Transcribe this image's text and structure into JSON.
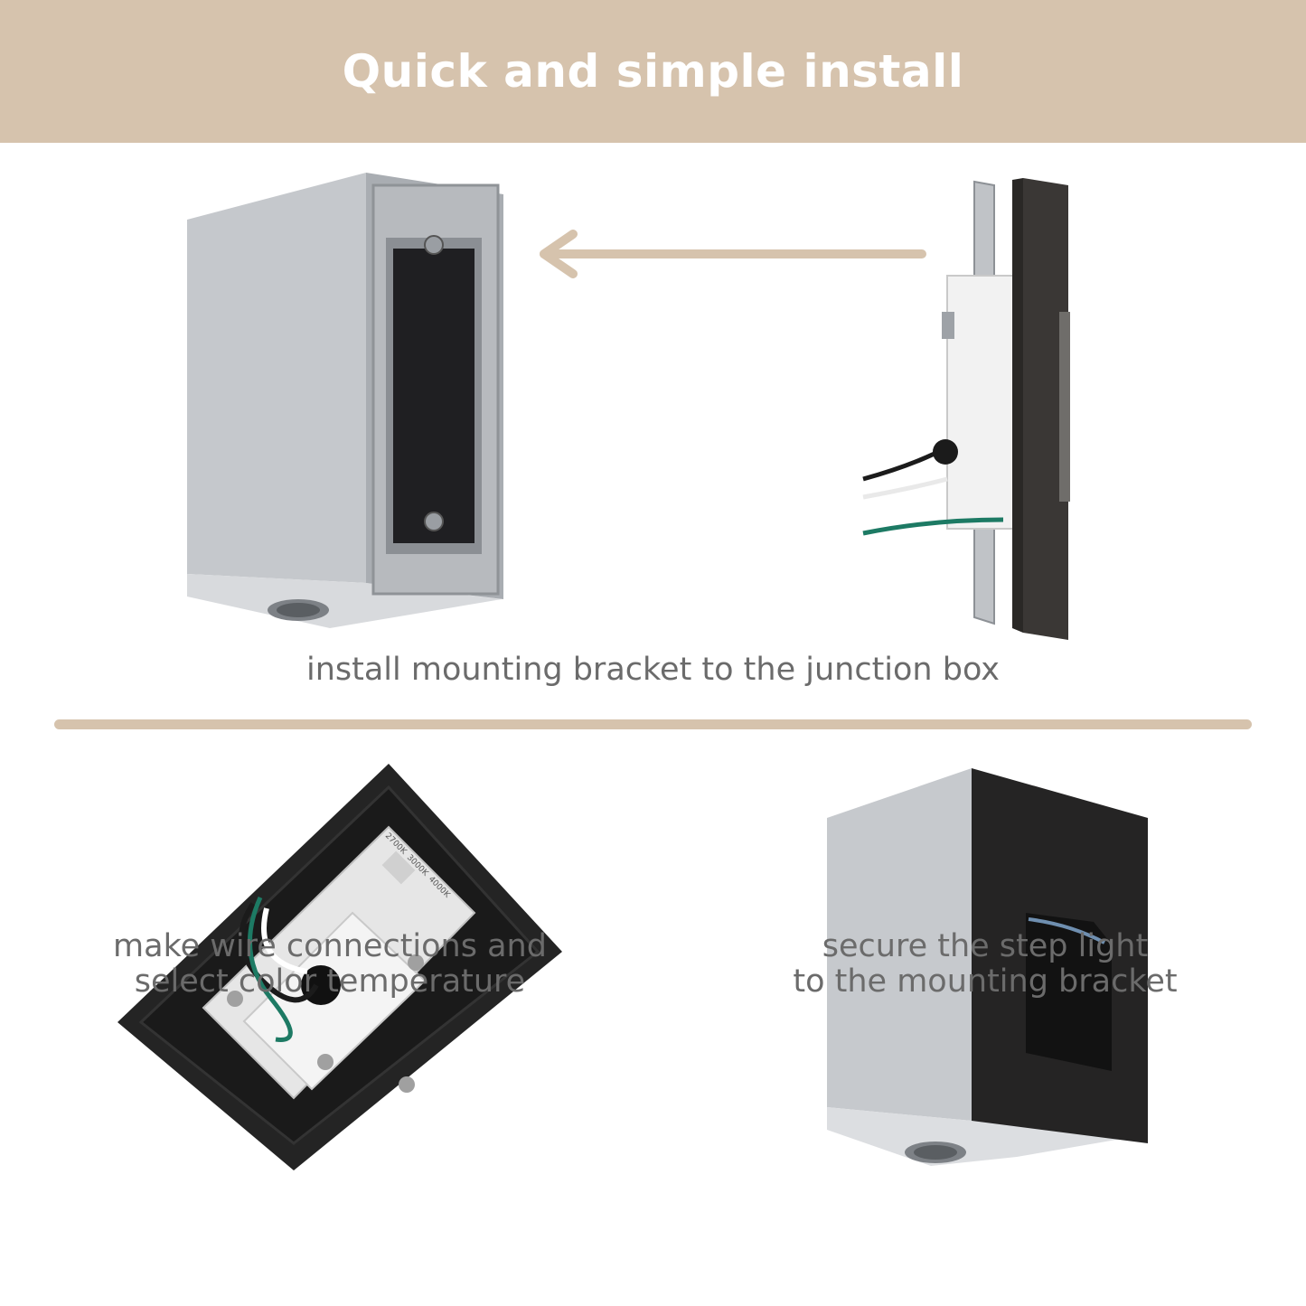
{
  "header": {
    "title": "Quick and simple install"
  },
  "steps": [
    {
      "caption": "install mounting bracket to the junction box"
    },
    {
      "caption_lines": [
        "make wire connections and",
        "select color temperature"
      ]
    },
    {
      "caption_lines": [
        "secure the step light",
        "to the mounting bracket"
      ]
    }
  ],
  "switch_labels": [
    "2700K",
    "3000K",
    "4000K"
  ],
  "colors": {
    "banner": "#d6c3ad",
    "accent": "#d6c3ad",
    "caption_text": "#6b6b6b",
    "housing": "#c9ccd0",
    "bracket": "#b9bcbf",
    "trim": "#2b2b2b"
  },
  "icons": [
    "arrow-left-icon"
  ]
}
